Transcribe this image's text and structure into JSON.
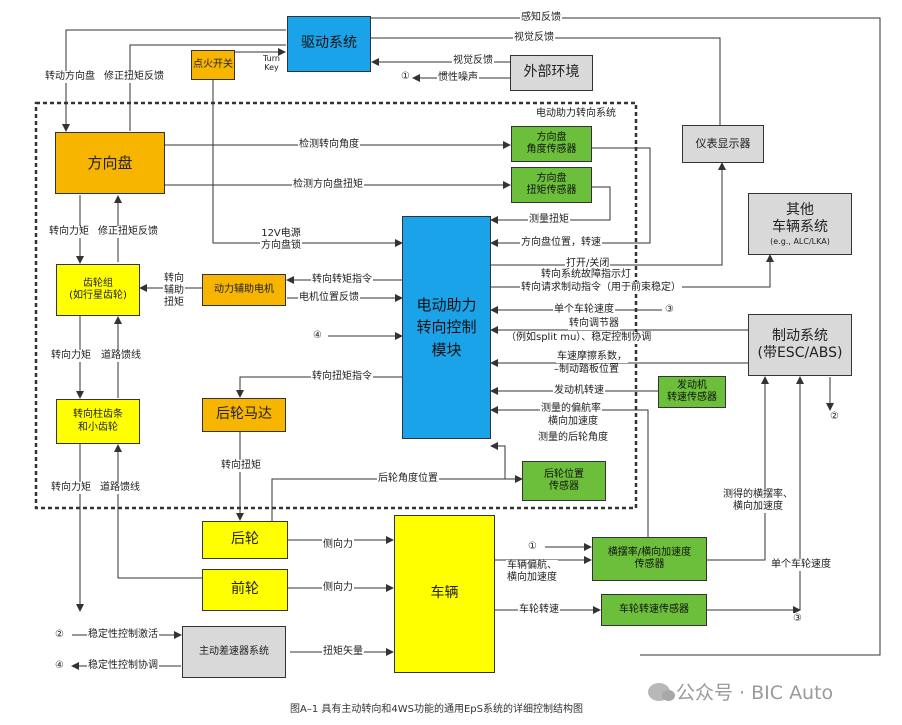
{
  "caption": "图A–1 具有主动转向和4WS功能的通用EpS系统的详细控制结构图",
  "watermark": "公众号 · BIC Auto",
  "colors": {
    "blue": "#1aa3e8",
    "orange": "#f7b500",
    "yellow": "#ffff00",
    "green": "#6cbf3a",
    "gray": "#d9d9d9"
  },
  "boxes": {
    "drive_system": "驱动系统",
    "ignition_switch": "点火开关",
    "external_env": "外部环境",
    "steering_wheel": "方向盘",
    "wheel_angle_sensor": "方向盘\n角度传感器",
    "wheel_torque_sensor": "方向盘\n扭矩传感器",
    "instrument_display": "仪表显示器",
    "other_vehicle_systems": "其他\n车辆系统",
    "other_vehicle_note": "(e.g., ALC/LKA)",
    "gear_set": "齿轮组\n(如行星齿轮)",
    "power_assist_motor": "动力辅助电机",
    "eps_module": "电动助力\n转向控制\n模块",
    "brake_system": "制动系统\n(带ESC/ABS)",
    "rack_pinion": "转向柱齿条\n和小齿轮",
    "rear_motor": "后轮马达",
    "engine_speed_sensor": "发动机\n转速传感器",
    "rear_position_sensor": "后轮位置\n传感器",
    "rear_wheel": "后轮",
    "front_wheel": "前轮",
    "vehicle": "车辆",
    "yaw_sensor": "横摆率/横向加速度\n传感器",
    "wheel_speed_sensor": "车轮转速传感器",
    "active_diff": "主动差速器系统"
  },
  "labels": {
    "eps_frame": "电动助力转向系统",
    "sense_feedback": "感知反馈",
    "visual_feedback_top": "视觉反馈",
    "turn_wheel": "转动方向盘",
    "correct_torque_feedback": "修正扭矩反馈",
    "turn_key": "Turn\nKey",
    "visual_feedback": "视觉反馈",
    "inertia_noise": "惯性噪声",
    "detect_angle": "检测转向角度",
    "detect_torque": "检测方向盘扭矩",
    "measured_torque": "测量扭矩",
    "steer_torque": "转向力矩",
    "correct_torque_feedback2": "修正扭矩反馈",
    "power_lock": "12V电源\n方向盘锁",
    "wheel_pos_speed": "方向盘位置，转速",
    "on_off": "打开/关闭",
    "fault_light": "转向系统故障指示灯",
    "steer_assist_cmd": "转向请求制动指令（用于前束稳定）",
    "assist_torque": "转向\n辅助\n扭矩",
    "steer_torque_cmd": "转向转矩指令",
    "motor_pos_feedback": "电机位置反馈",
    "single_wheel_speed": "单个车轮速度",
    "steer_regulator": "转向调节器",
    "split_mu": "（例如split mu）、稳定控制协调",
    "friction_coeff": "车速摩擦系数，",
    "brake_pedal_pos": "–制动踏板位置",
    "steer_force2": "转向力矩",
    "road_feedback": "道路馈线",
    "steer_torque_cmd2": "转向扭矩指令",
    "engine_speed": "发动机转速",
    "measured_yaw": "测量的偏航率",
    "lateral_accel": "横向加速度",
    "measured_rear_angle": "测量的后轮角度",
    "steer_torque2": "转向扭矩",
    "steer_force3": "转向力矩",
    "road_feedback2": "道路馈线",
    "rear_angle_pos": "后轮角度位置",
    "measured_yaw_lat": "测得的横摆率、\n横向加速度",
    "lateral_force1": "侧向力",
    "lateral_force2": "侧向力",
    "vehicle_yaw": "车辆偏航、\n横向加速度",
    "single_wheel_speed2": "单个车轮速度",
    "wheel_speed": "车轮转速",
    "stability_activate": "稳定性控制激活",
    "stability_coord": "稳定性控制协调",
    "torque_vector": "扭矩矢量",
    "m1": "①",
    "m1b": "①",
    "m2": "②",
    "m2b": "②",
    "m3": "③",
    "m3b": "③",
    "m4": "④",
    "m4b": "④"
  }
}
